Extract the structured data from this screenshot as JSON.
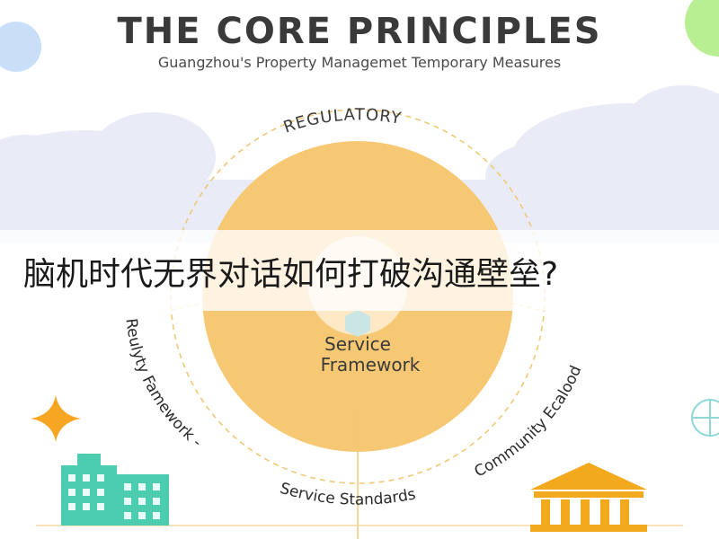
{
  "header": {
    "title": "THE CORE PRINCIPLES",
    "subtitle": "Guangzhou's Property Managemet Temporary Measures"
  },
  "diagram": {
    "top_label": "REGULATORY",
    "center_label_line1": "Service",
    "center_label_line2": "Framework",
    "arc_left_text": "Reulyty Famework -",
    "arc_bottom_text": "Service Standards",
    "arc_right_text": "Community Ecalood"
  },
  "overlay": {
    "banner_text": "脑机时代无界对话如何打破沟通壁垒?"
  },
  "colors": {
    "core_orange": "#f7c873",
    "core_light": "#fde9c6",
    "ring_dashed": "#f0c878",
    "cloud": "#e9ecf7",
    "building_teal": "#4dcdb0",
    "bank_orange": "#f2a91e",
    "star_orange": "#f6a623",
    "corner_blue": "#c9def7",
    "corner_green": "#b9ef93"
  }
}
